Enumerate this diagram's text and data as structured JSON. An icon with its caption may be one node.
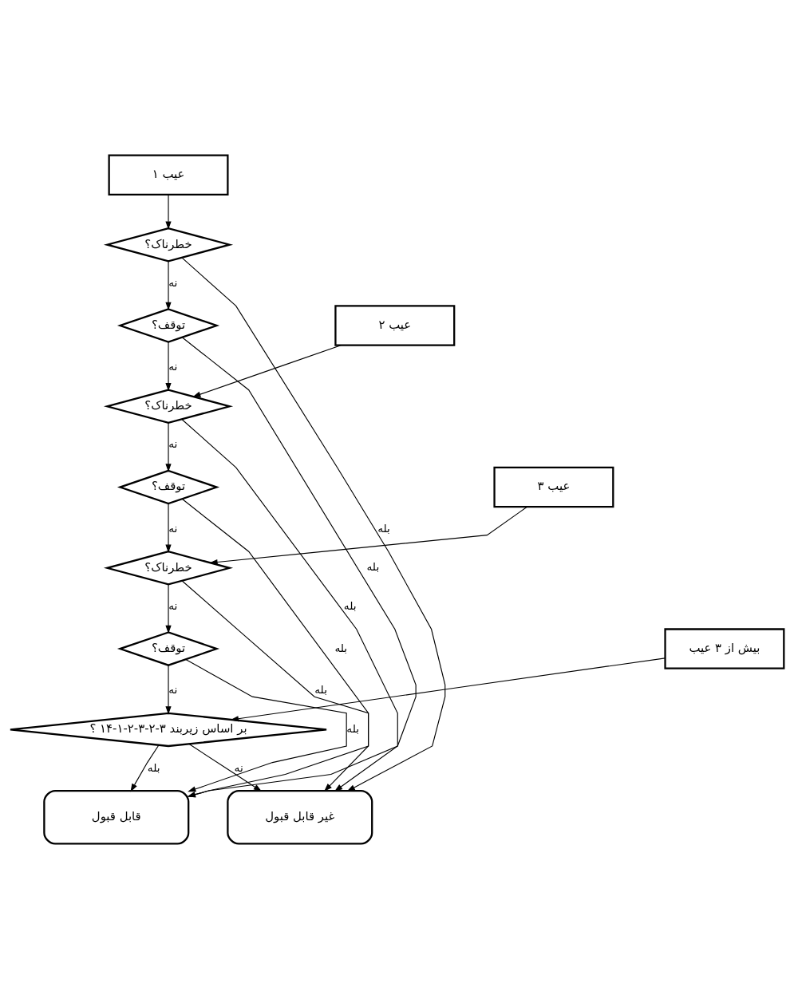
{
  "diagram": {
    "nodes": [
      {
        "text": [
          "عیب ۱"
        ]
      },
      {
        "text": [
          "خطرناک؟"
        ]
      },
      {
        "text": [
          "توقف؟"
        ]
      },
      {
        "text": [
          "عیب ۲"
        ]
      },
      {
        "text": [
          "خطرناک؟"
        ]
      },
      {
        "text": [
          "توقف؟"
        ]
      },
      {
        "text": [
          "عیب ۳"
        ]
      },
      {
        "text": [
          "خطرناک؟"
        ]
      },
      {
        "text": [
          "توقف؟"
        ]
      },
      {
        "text": [
          "بیش از ۳ عیب"
        ]
      },
      {
        "text": [
          "بر اساس زیربند ۳-۲-۳-۲-۱-۱۴ ؟"
        ]
      },
      {
        "text": [
          "قابل قبول"
        ]
      },
      {
        "text": [
          "غیر قابل قبول"
        ]
      }
    ],
    "edges": [
      {
        "from": 0,
        "to": 1,
        "arrow": "to"
      },
      {
        "from": 1,
        "to": 12,
        "arrow": "to",
        "label": "بله"
      },
      {
        "from": 1,
        "to": 2,
        "arrow": "to",
        "label": "نه"
      },
      {
        "from": 2,
        "to": 11,
        "arrow": "to",
        "label": "بله"
      },
      {
        "from": 2,
        "to": 4,
        "arrow": "to",
        "label": "نه"
      },
      {
        "from": 3,
        "to": 4,
        "arrow": "to"
      },
      {
        "from": 4,
        "to": 12,
        "arrow": "to",
        "label": "بله"
      },
      {
        "from": 4,
        "to": 5,
        "arrow": "to",
        "label": "نه"
      },
      {
        "from": 5,
        "to": 11,
        "arrow": "to",
        "label": "بله"
      },
      {
        "from": 5,
        "to": 7,
        "arrow": "to",
        "label": "نه"
      },
      {
        "from": 6,
        "to": 7,
        "arrow": "to"
      },
      {
        "from": 7,
        "to": 12,
        "arrow": "to",
        "label": "بله"
      },
      {
        "from": 7,
        "to": 8,
        "arrow": "to",
        "label": "نه"
      },
      {
        "from": 8,
        "to": 11,
        "arrow": "to",
        "label": "بله"
      },
      {
        "from": 8,
        "to": 10,
        "arrow": "to",
        "label": "نه"
      },
      {
        "from": 9,
        "to": 10,
        "arrow": "to"
      },
      {
        "from": 10,
        "to": 11,
        "arrow": "to",
        "label": "بله"
      },
      {
        "from": 10,
        "to": 12,
        "arrow": "to",
        "label": "نه"
      }
    ]
  }
}
